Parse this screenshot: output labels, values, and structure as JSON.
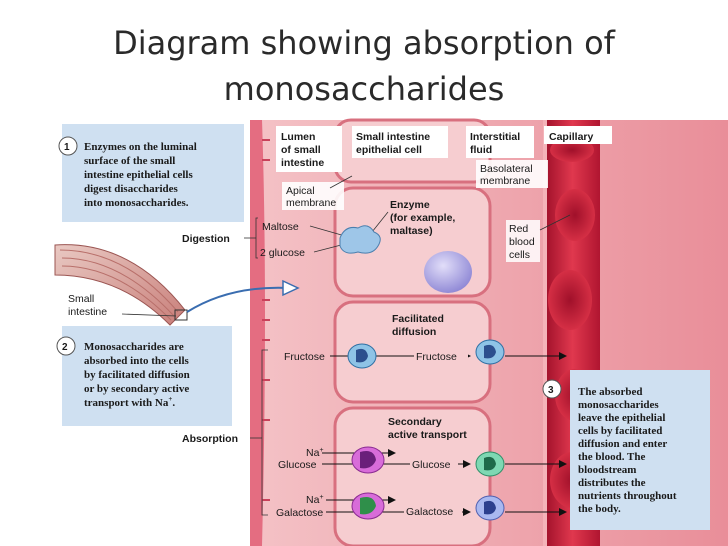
{
  "title": [
    "Diagram showing absorption of",
    "monosaccharides"
  ],
  "steps": [
    {
      "number": "1",
      "lines": [
        "Enzymes on the luminal",
        "surface of the small",
        "intestine epithelial cells",
        "digest disaccharides",
        "into monosaccharides."
      ]
    },
    {
      "number": "2",
      "lines": [
        "Monosaccharides are",
        "absorbed into the cells",
        "by facilitated diffusion",
        "or by secondary active",
        "transport with Na"
      ]
    },
    {
      "number": "3",
      "lines": [
        "The absorbed",
        "monosaccharides",
        "leave the epithelial",
        "cells by facilitated",
        "diffusion and enter",
        "the blood. The",
        "bloodstream",
        "distributes the",
        "nutrients throughout",
        "the body."
      ]
    }
  ],
  "headers": {
    "lumen": [
      "Lumen",
      "of small",
      "intestine"
    ],
    "epithelial": [
      "Small intestine",
      "epithelial cell"
    ],
    "interstitial": [
      "Interstitial",
      "fluid"
    ],
    "capillary": "Capillary"
  },
  "labels": {
    "apical": [
      "Apical",
      "membrane"
    ],
    "basolateral": [
      "Basolateral",
      "membrane"
    ],
    "enzyme": [
      "Enzyme",
      "(for example,",
      "maltase)"
    ],
    "red_blood": [
      "Red",
      "blood",
      "cells"
    ],
    "maltose": "Maltose",
    "two_glucose": "2 glucose",
    "digestion": "Digestion",
    "small_intestine": [
      "Small",
      "intestine"
    ],
    "facilitated": [
      "Facilitated",
      "diffusion"
    ],
    "fructose_left": "Fructose",
    "fructose_mid": "Fructose",
    "secondary": [
      "Secondary",
      "active transport"
    ],
    "absorption": "Absorption",
    "na": "Na",
    "plus": "+",
    "glucose_left": "Glucose",
    "glucose_mid": "Glucose",
    "galactose_left": "Galactose",
    "galactose_mid": "Galactose"
  },
  "colors": {
    "tissue": "#f2b3b9",
    "cell": "#f7d0d2",
    "membrane": "#d9707e",
    "nucleus": "#a9a3e0",
    "capillary": "#d8283e",
    "rbc": "#cc1f33",
    "callout": "#cfe0f1",
    "enzyme": "#9ec6e8",
    "sglt": "#c44fd0",
    "glut": "#4fa7d8",
    "glut_green": "#4fc39a"
  }
}
